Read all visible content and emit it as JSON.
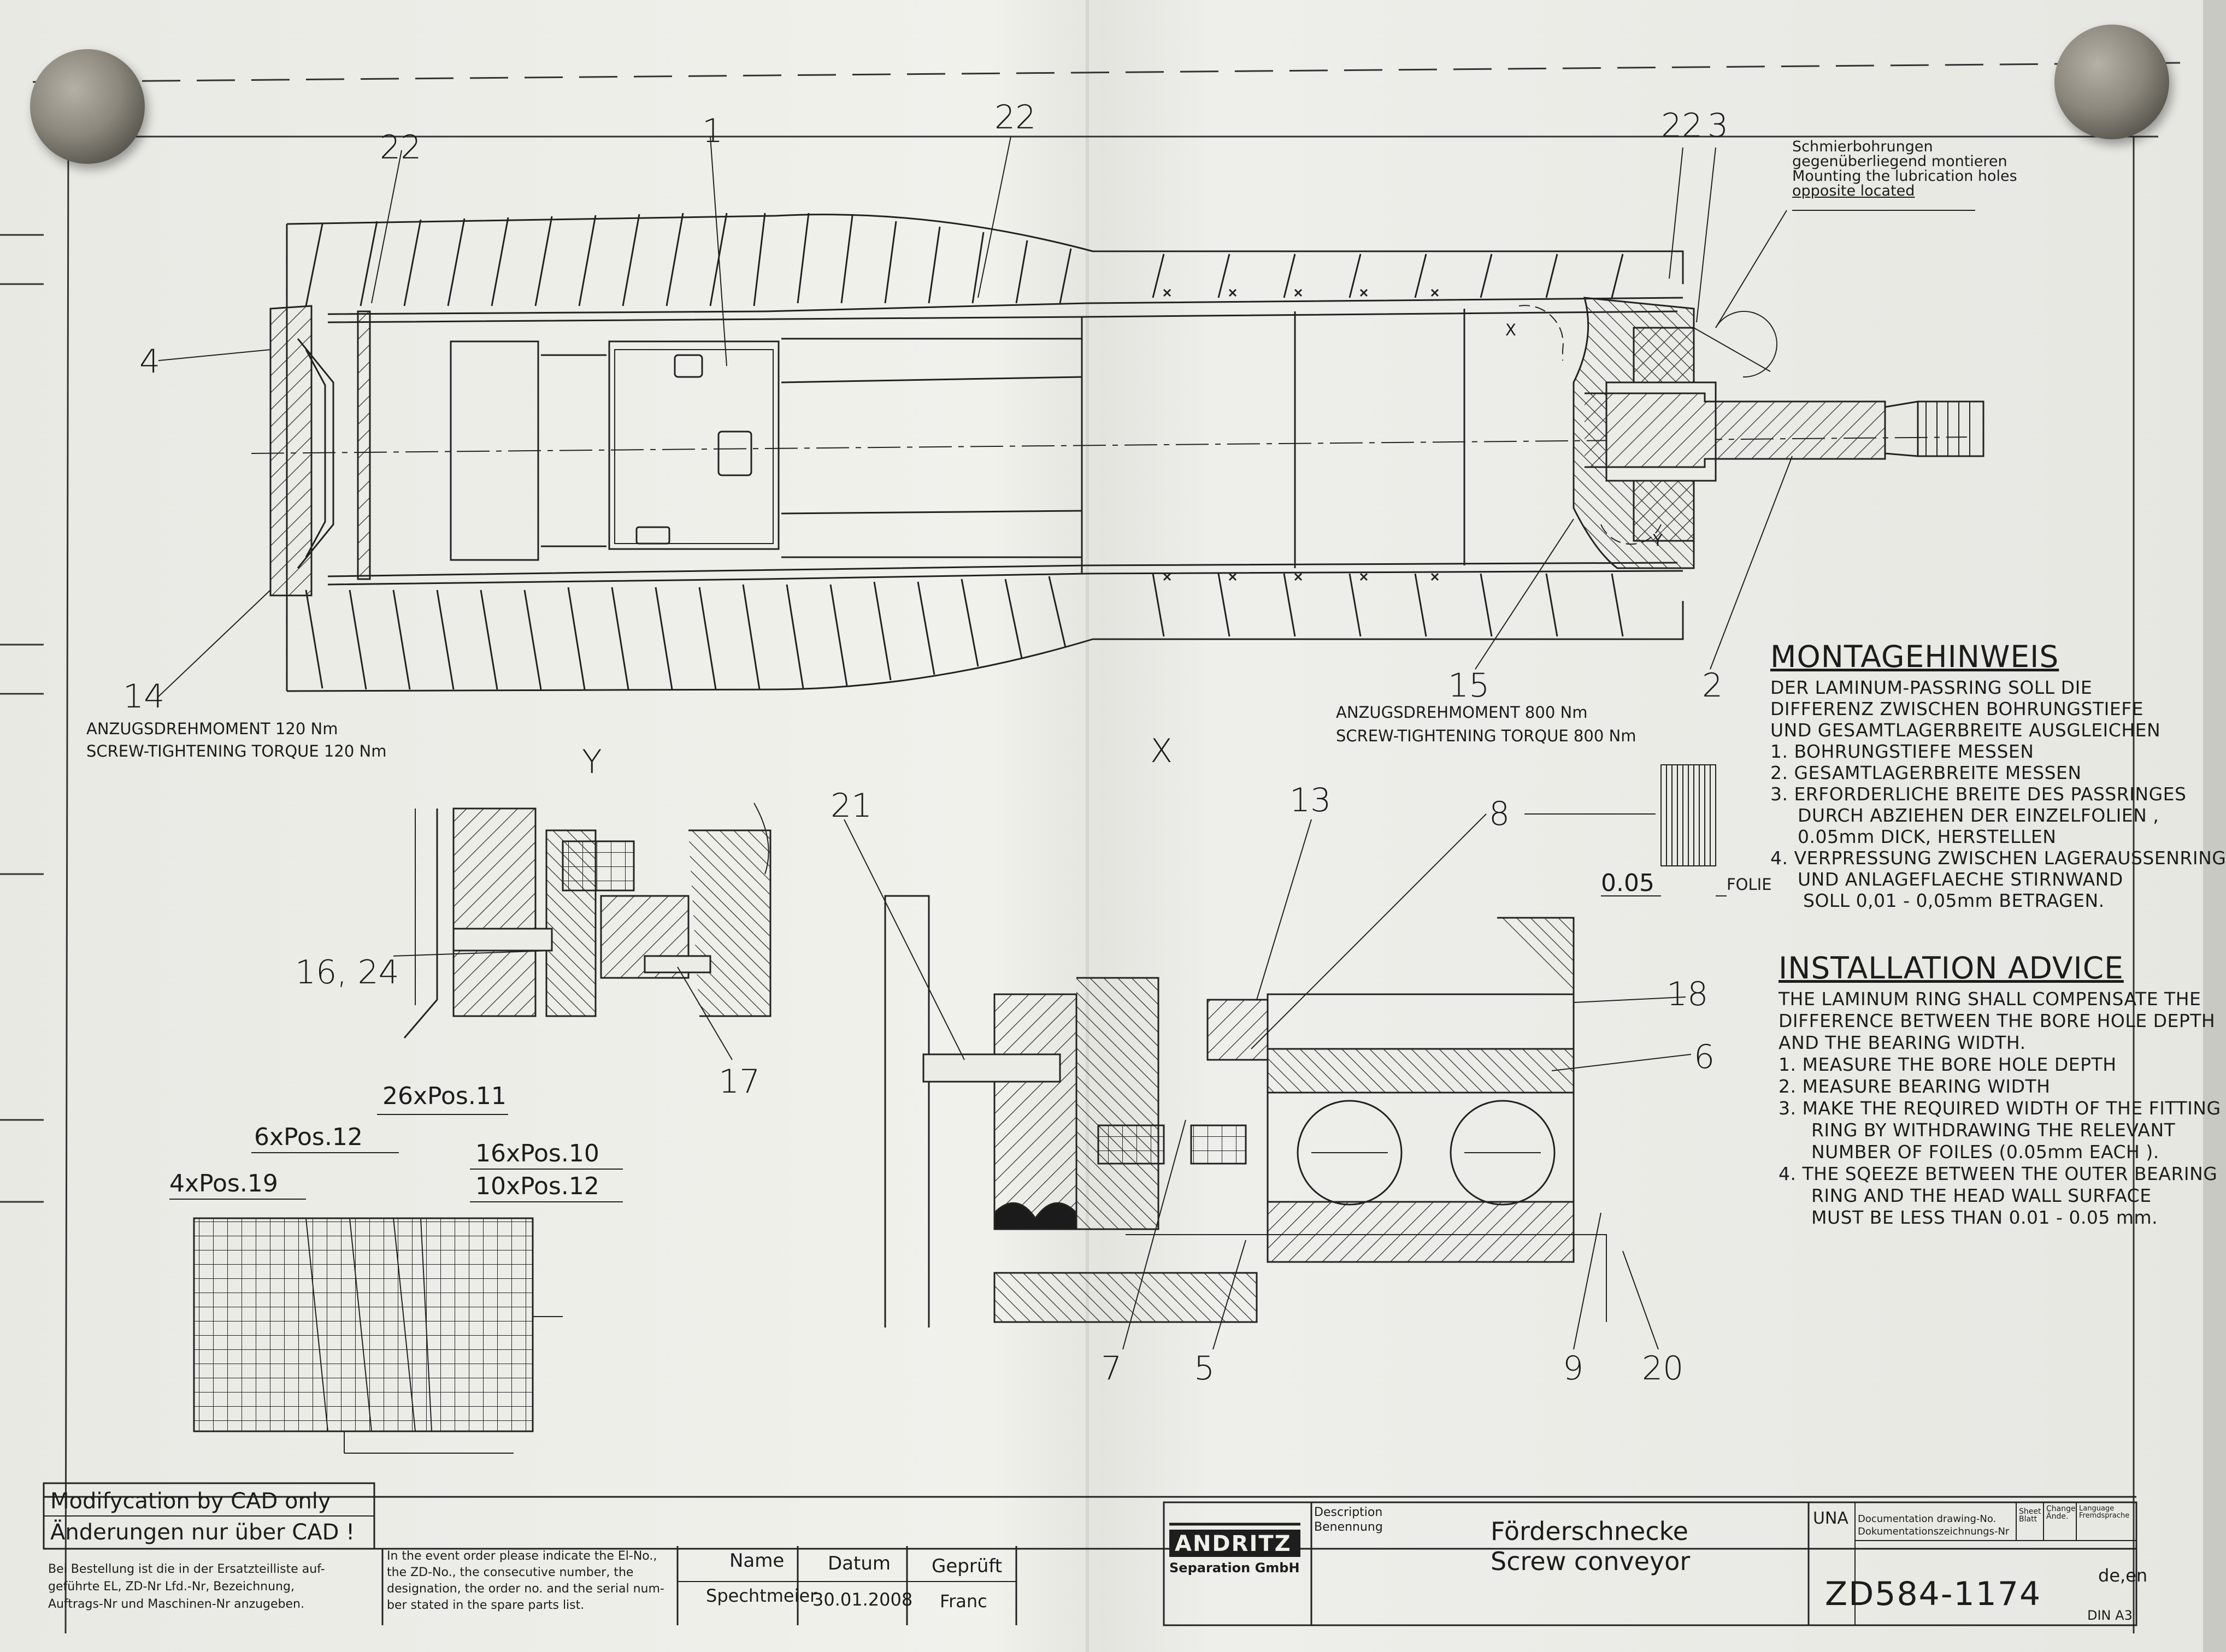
{
  "labels": {
    "p22a": "22",
    "p1": "1",
    "p22b": "22",
    "p22c": "22",
    "p3": "3",
    "p4": "4",
    "p14": "14",
    "p15": "15",
    "p2": "2",
    "pY": "Y",
    "pX": "X",
    "p21": "21",
    "p13": "13",
    "p8": "8",
    "p16_24": "16, 24",
    "p17": "17",
    "p18": "18",
    "p6": "6",
    "p7": "7",
    "p5": "5",
    "p9": "9",
    "p20": "20",
    "smallX": "X",
    "smallY": "Y"
  },
  "lubrication_note": [
    "Schmierbohrungen",
    "gegenüberliegend montieren",
    "Mounting the lubrication holes",
    "opposite located"
  ],
  "torque_left": [
    "ANZUGSDREHMOMENT 120 Nm",
    "SCREW-TIGHTENING TORQUE 120 Nm"
  ],
  "torque_right": [
    "ANZUGSDREHMOMENT 800 Nm",
    "SCREW-TIGHTENING TORQUE 800 Nm"
  ],
  "foil_detail": {
    "dimension": "0.05",
    "label": "FOLIE"
  },
  "montagehinweis": {
    "heading": "MONTAGEHINWEIS",
    "lines": [
      "DER LAMINUM-PASSRING SOLL DIE",
      "DIFFERENZ ZWISCHEN BOHRUNGSTIEFE",
      "UND GESAMTLAGERBREITE AUSGLEICHEN",
      "1. BOHRUNGSTIEFE MESSEN",
      "2. GESAMTLAGERBREITE MESSEN",
      "3. ERFORDERLICHE BREITE DES PASSRINGES",
      "DURCH ABZIEHEN DER EINZELFOLIEN ,",
      "0.05mm DICK, HERSTELLEN",
      "4. VERPRESSUNG ZWISCHEN LAGERAUSSENRING",
      "UND ANLAGEFLAECHE STIRNWAND",
      "SOLL 0,01 - 0,05mm BETRAGEN."
    ]
  },
  "installation_advice": {
    "heading": "INSTALLATION ADVICE",
    "lines": [
      "THE LAMINUM RING SHALL COMPENSATE THE",
      "DIFFERENCE BETWEEN THE BORE HOLE DEPTH",
      "AND THE BEARING WIDTH.",
      "1. MEASURE THE BORE HOLE DEPTH",
      "2. MEASURE BEARING WIDTH",
      "3. MAKE THE REQUIRED WIDTH OF THE FITTING",
      "RING BY WITHDRAWING THE RELEVANT",
      "NUMBER OF FOILES (0.05mm EACH ).",
      "4. THE SQEEZE BETWEEN THE OUTER BEARING",
      "RING AND THE HEAD WALL SURFACE",
      "MUST BE LESS THAN 0.01 - 0.05 mm."
    ]
  },
  "wear_pattern": {
    "pos11": "26xPos.11",
    "pos12a": "6xPos.12",
    "pos10": "16xPos.10",
    "pos12b": "10xPos.12",
    "pos19": "4xPos.19"
  },
  "title_block": {
    "modification_en": "Modifycation by CAD only",
    "modification_de": "Änderungen nur über CAD !",
    "order_note_de": [
      "Bei Bestellung ist die in der Ersatzteilliste auf-",
      "geführte EL, ZD-Nr Lfd.-Nr, Bezeichnung,",
      "Auftrags-Nr und Maschinen-Nr anzugeben."
    ],
    "order_note_en": [
      "In the event order please indicate the El-No.,",
      "the ZD-No., the consecutive number, the",
      "designation, the order no. and the serial num-",
      "ber stated in the spare parts list."
    ],
    "name_label": "Name",
    "name_value": "Spechtmeier",
    "date_label": "Datum",
    "date_value": "30.01.2008",
    "checked_label": "Geprüft",
    "checked_value": "Franc",
    "company": "ANDRITZ",
    "company_sub": "Separation GmbH",
    "desc_label_en": "Description",
    "desc_label_de": "Benennung",
    "desc_de": "Förderschnecke",
    "desc_en": "Screw conveyor",
    "una": "UNA",
    "docno_label_en": "Documentation drawing-No.",
    "docno_label_de": "Dokumentationszeichnungs-Nr",
    "sheet_label": "Sheet Blatt",
    "change_label": "Change Ände.",
    "language_label": "Language Fremdsprache",
    "drawing_number": "ZD584-1174",
    "language_value": "de,en",
    "format": "DIN A3"
  }
}
